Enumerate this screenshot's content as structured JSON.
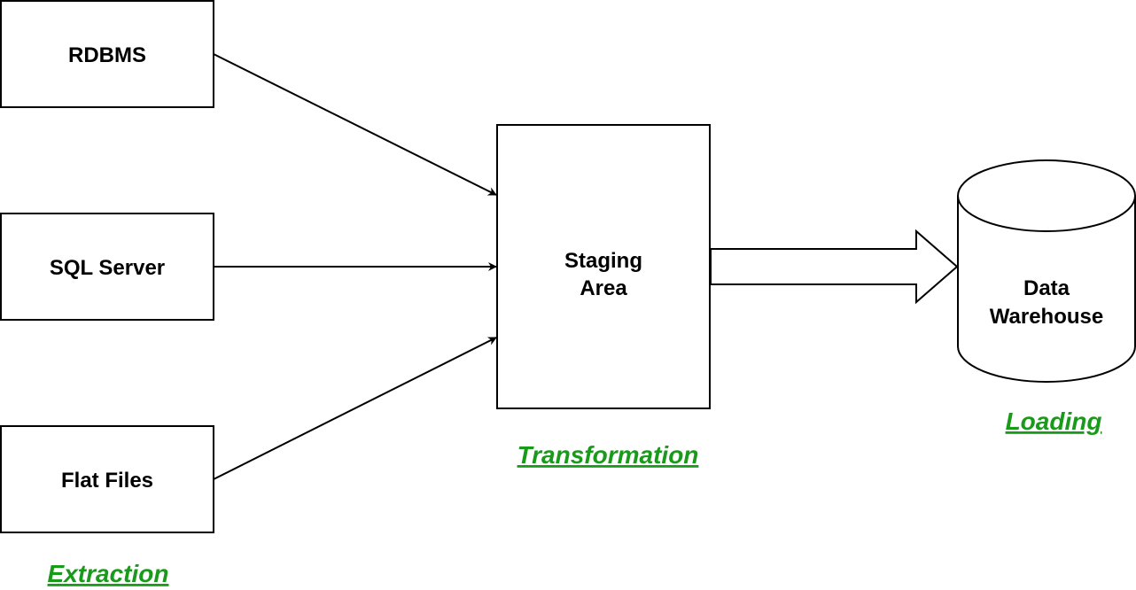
{
  "sources": [
    {
      "label": "RDBMS"
    },
    {
      "label": "SQL Server"
    },
    {
      "label": "Flat Files"
    }
  ],
  "staging": {
    "line1": "Staging",
    "line2": "Area"
  },
  "warehouse": {
    "line1": "Data",
    "line2": "Warehouse"
  },
  "stages": {
    "extraction": "Extraction",
    "transformation": "Transformation",
    "loading": "Loading"
  },
  "colors": {
    "stage_label": "#1a9a1a",
    "stroke": "#000000",
    "fill": "#ffffff"
  }
}
